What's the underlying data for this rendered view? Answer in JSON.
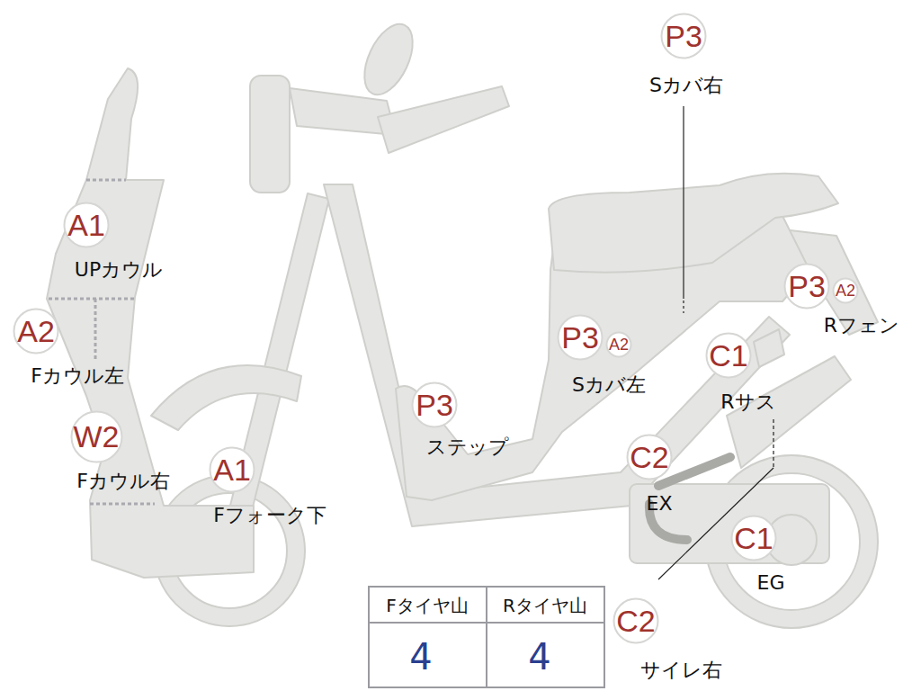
{
  "diagram": {
    "nodes": [
      {
        "text": [
          "P3"
        ]
      },
      {
        "text": [
          "A1"
        ]
      },
      {
        "text": [
          "A2"
        ]
      },
      {
        "text": [
          "P3"
        ]
      },
      {
        "text": [
          "A2"
        ]
      },
      {
        "text": [
          "P3"
        ]
      },
      {
        "text": [
          "A2"
        ]
      },
      {
        "text": [
          "C1"
        ]
      },
      {
        "text": [
          "W2"
        ]
      },
      {
        "text": [
          "P3"
        ]
      },
      {
        "text": [
          "A1"
        ]
      },
      {
        "text": [
          "C2"
        ]
      },
      {
        "text": [
          "C1"
        ]
      },
      {
        "text": [
          "C2"
        ]
      }
    ],
    "labels": [
      "Sカバ右",
      "UPカウル",
      "Fカウル左",
      "Rフェン",
      "Sカバ左",
      "Rサス",
      "Fカウル右",
      "ステップ",
      "Fフォーク下",
      "EX",
      "EG",
      "Fタイヤ山",
      "Rタイヤ山",
      "4",
      "4",
      "サイレ右"
    ]
  }
}
